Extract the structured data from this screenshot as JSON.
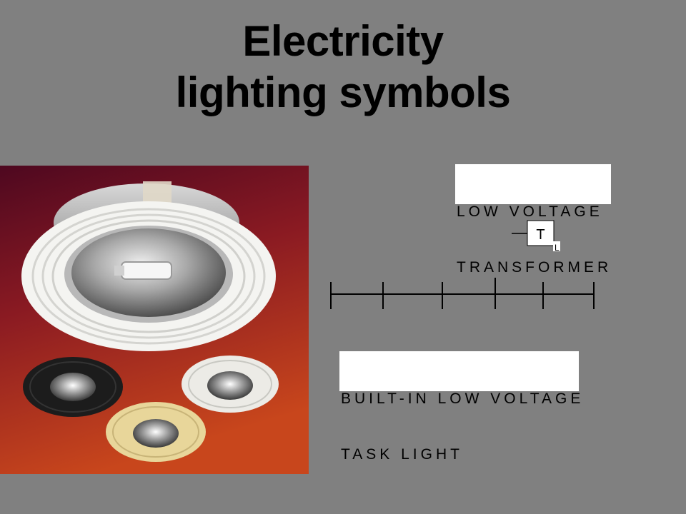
{
  "slide": {
    "title_line1": "Electricity",
    "title_line2": "lighting symbols"
  },
  "labels": {
    "transformer_line1": "LOW VOLTAGE",
    "transformer_line2": "TRANSFORMER",
    "transformer_symbol": "T",
    "transformer_subscript": "L",
    "task_light_line1": "BUILT-IN LOW VOLTAGE",
    "task_light_line2": "TASK LIGHT"
  },
  "colors": {
    "background": "#808080",
    "photo_backdrop_top": "#5a0a22",
    "photo_backdrop_bottom": "#c8401a",
    "fixture_white": "#f2f2ef",
    "fixture_black": "#1c1c1c",
    "fixture_gold": "#e8d69a"
  }
}
